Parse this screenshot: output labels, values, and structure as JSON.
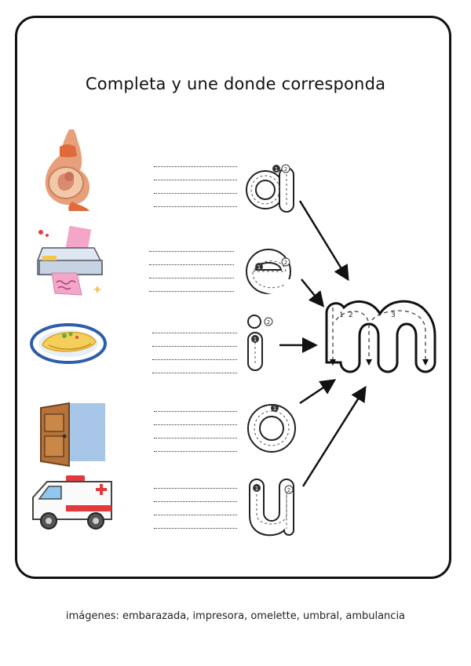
{
  "worksheet": {
    "title": "Completa y une donde corresponda",
    "footer": "imágenes: embarazada, impresora, omelette, umbral, ambulancia",
    "target_letter": "m",
    "vowels": [
      "a",
      "e",
      "i",
      "o",
      "u"
    ],
    "stroke_numbers": {
      "a": [
        "1",
        "2"
      ],
      "e": [
        "1",
        "2"
      ],
      "i": [
        "1",
        "2"
      ],
      "o": [
        "1"
      ],
      "u": [
        "1",
        "2"
      ],
      "m": [
        "1",
        "2",
        "3"
      ]
    },
    "items": [
      {
        "image": "pregnant-woman",
        "vowel": "a"
      },
      {
        "image": "printer",
        "vowel": "e"
      },
      {
        "image": "omelette",
        "vowel": "i"
      },
      {
        "image": "door",
        "vowel": "o"
      },
      {
        "image": "ambulance",
        "vowel": "u"
      }
    ]
  }
}
